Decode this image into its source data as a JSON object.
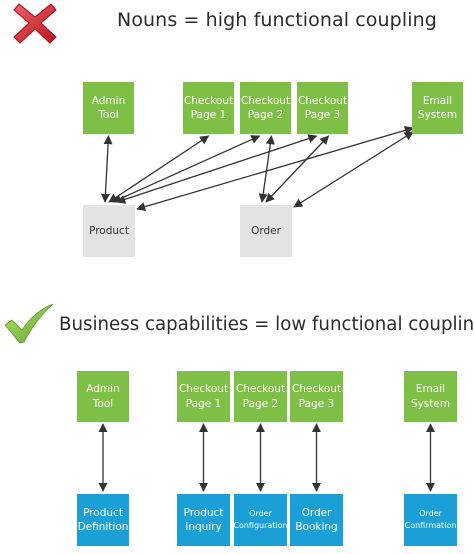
{
  "top": {
    "title": "Nouns = high functional coupling",
    "icon": "red-x-icon",
    "consumers": [
      {
        "id": "admin",
        "label": "Admin\nTool"
      },
      {
        "id": "cp1",
        "label": "Checkout\nPage 1"
      },
      {
        "id": "cp2",
        "label": "Checkout\nPage 2"
      },
      {
        "id": "cp3",
        "label": "Checkout\nPage 3"
      },
      {
        "id": "email",
        "label": "Email\nSystem"
      }
    ],
    "services": [
      {
        "id": "product",
        "label": "Product"
      },
      {
        "id": "order",
        "label": "Order"
      }
    ],
    "links": [
      [
        "admin",
        "product"
      ],
      [
        "cp1",
        "product"
      ],
      [
        "cp2",
        "product"
      ],
      [
        "cp3",
        "product"
      ],
      [
        "email",
        "product"
      ],
      [
        "cp2",
        "order"
      ],
      [
        "cp3",
        "order"
      ],
      [
        "email",
        "order"
      ]
    ]
  },
  "bottom": {
    "title": "Business capabilities = low functional coupling",
    "icon": "green-check-icon",
    "consumers": [
      {
        "id": "admin",
        "label": "Admin\nTool"
      },
      {
        "id": "cp1",
        "label": "Checkout\nPage 1"
      },
      {
        "id": "cp2",
        "label": "Checkout\nPage 2"
      },
      {
        "id": "cp3",
        "label": "Checkout\nPage 3"
      },
      {
        "id": "email",
        "label": "Email\nSystem"
      }
    ],
    "services": [
      {
        "id": "pdef",
        "label": "Product\nDefinition"
      },
      {
        "id": "pinq",
        "label": "Product\nInquiry"
      },
      {
        "id": "oconf",
        "label": "Order\nConfiguration"
      },
      {
        "id": "obook",
        "label": "Order\nBooking"
      },
      {
        "id": "oconfirm",
        "label": "Order\nConfirmation"
      }
    ],
    "links": [
      [
        "admin",
        "pdef"
      ],
      [
        "cp1",
        "pinq"
      ],
      [
        "cp2",
        "oconf"
      ],
      [
        "cp3",
        "obook"
      ],
      [
        "email",
        "oconfirm"
      ]
    ]
  },
  "colors": {
    "consumer": "#7ec045",
    "noun_service": "#e3e3e3",
    "capability_service": "#1a9fd6",
    "arrow": "#333333",
    "cross": "#d9262c",
    "check": "#8cc63f"
  }
}
